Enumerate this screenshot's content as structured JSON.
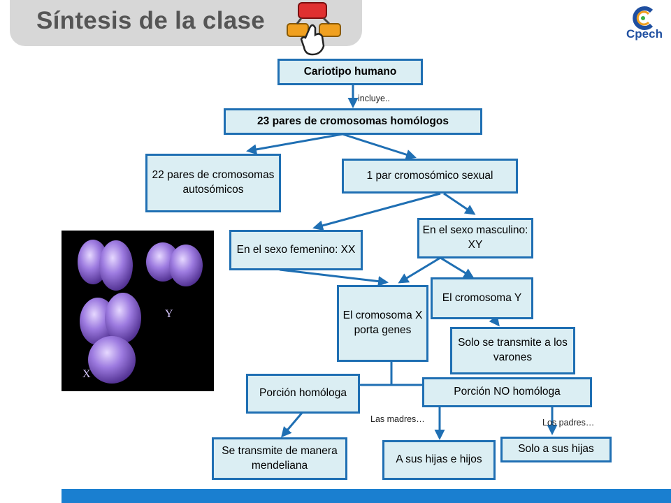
{
  "header": {
    "title": "Síntesis de la clase"
  },
  "logo": {
    "text": "Cpech"
  },
  "diagram": {
    "root": "Cariotipo humano",
    "link_includes": "incluye..",
    "pairs": "23 pares de cromosomas homólogos",
    "autosomes": "22 pares de cromosomas autosómicos",
    "sex_pair": "1 par cromosómico sexual",
    "female": "En el sexo femenino: XX",
    "male": "En el sexo masculino: XY",
    "x_genes": "El cromosoma X porta genes",
    "y_chrom": "El cromosoma Y",
    "y_only_males": "Solo se transmite a los varones",
    "homologous": "Porción homóloga",
    "non_homologous": "Porción NO homóloga",
    "mendelian": "Se transmite de manera mendeliana",
    "mothers_label": "Las madres…",
    "fathers_label": "Los padres…",
    "to_sons_daughters": "A sus hijas e hijos",
    "to_daughters": "Solo a sus hijas"
  },
  "image": {
    "label_x": "X",
    "label_y": "Y"
  },
  "colors": {
    "box_fill": "#dbeef3",
    "box_border": "#1f6fb3",
    "footer": "#1a7fd0",
    "header_bg": "#d7d7d7"
  }
}
